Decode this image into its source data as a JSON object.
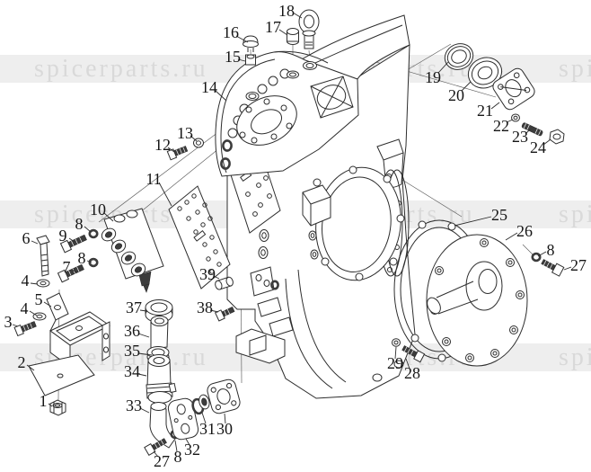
{
  "watermark": {
    "text": "spicerparts.ru",
    "band_color": "#eeeeee",
    "text_color": "#d9d9d9"
  },
  "diagram": {
    "type": "exploded-parts-diagram",
    "line_color": "#2d2d2d",
    "background": "#ffffff",
    "labels": [
      "1",
      "2",
      "3",
      "4",
      "4",
      "5",
      "6",
      "7",
      "8",
      "8",
      "8",
      "8",
      "9",
      "10",
      "11",
      "12",
      "13",
      "14",
      "15",
      "16",
      "17",
      "18",
      "19",
      "20",
      "21",
      "22",
      "23",
      "24",
      "25",
      "26",
      "27",
      "27",
      "28",
      "29",
      "30",
      "31",
      "32",
      "33",
      "34",
      "35",
      "36",
      "37",
      "38",
      "39"
    ]
  }
}
